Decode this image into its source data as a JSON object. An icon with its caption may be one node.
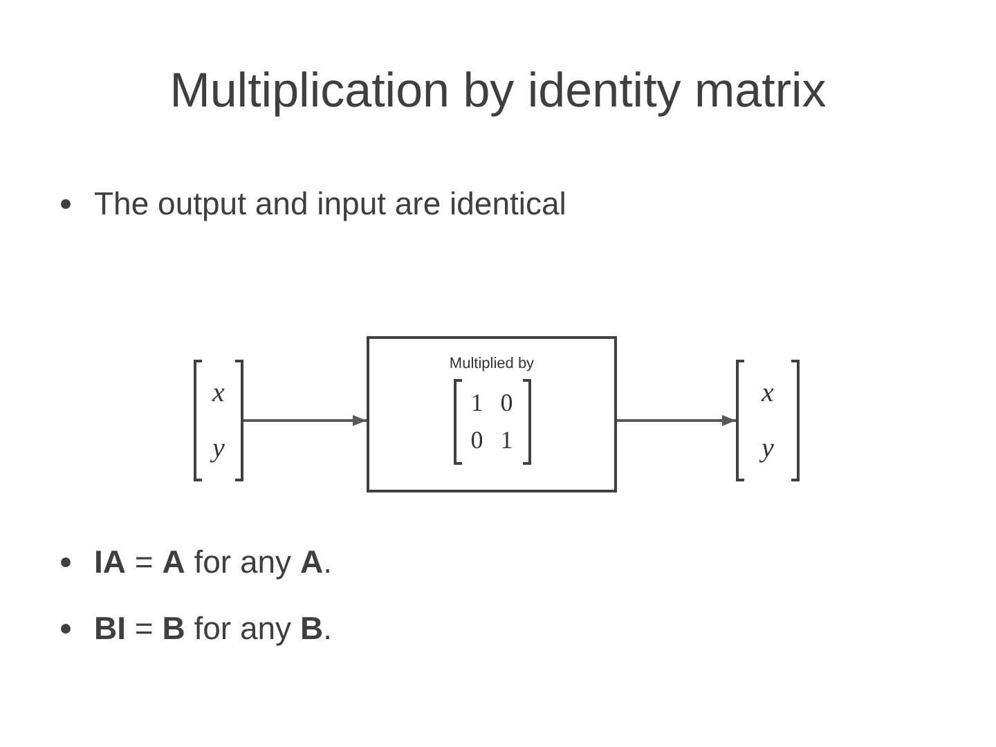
{
  "diagram": {
    "title": "Multiplication by identity matrix",
    "nodes": [
      {
        "text": [
          "x",
          "y"
        ]
      },
      {
        "text": [
          "Multiplied by",
          "1 0",
          "0 1"
        ]
      },
      {
        "text": [
          "x",
          "y"
        ]
      }
    ],
    "edges": [
      {
        "from": 0,
        "to": 1,
        "arrow": "to"
      },
      {
        "from": 1,
        "to": 2,
        "arrow": "to"
      }
    ],
    "labels": [
      "The output and input are identical",
      "**IA** = **A** for any **A**.",
      "**BI** = **B** for any **B**."
    ]
  }
}
